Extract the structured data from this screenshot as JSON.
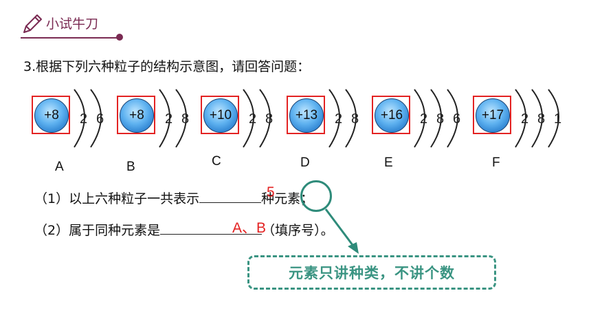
{
  "header": {
    "title": "小试牛刀",
    "icon": "pencil-icon",
    "color": "#7a2a52"
  },
  "question": {
    "text": "3.根据下列六种粒子的结构示意图，请回答问题："
  },
  "atoms": [
    {
      "nucleus": "+8",
      "electrons": [
        "2",
        "6"
      ],
      "label": "A"
    },
    {
      "nucleus": "+8",
      "electrons": [
        "2",
        "8"
      ],
      "label": "B"
    },
    {
      "nucleus": "+10",
      "electrons": [
        "2",
        "8"
      ],
      "label": "C"
    },
    {
      "nucleus": "+13",
      "electrons": [
        "2",
        "8"
      ],
      "label": "D"
    },
    {
      "nucleus": "+16",
      "electrons": [
        "2",
        "8",
        "6"
      ],
      "label": "E"
    },
    {
      "nucleus": "+17",
      "electrons": [
        "2",
        "8",
        "1"
      ],
      "label": "F"
    }
  ],
  "q1": {
    "prefix": "（1）以上六种粒子一共表示",
    "answer": "5",
    "suffix": "种元素；"
  },
  "q2": {
    "prefix": "（2）属于同种元素是",
    "answer": "A、B",
    "suffix": "（填序号）。"
  },
  "note": {
    "text": "元素只讲种类，不讲个数",
    "color": "#3a9482"
  },
  "colors": {
    "box": "#e32222",
    "answer": "#e32222",
    "accent": "#2e8b7a"
  }
}
